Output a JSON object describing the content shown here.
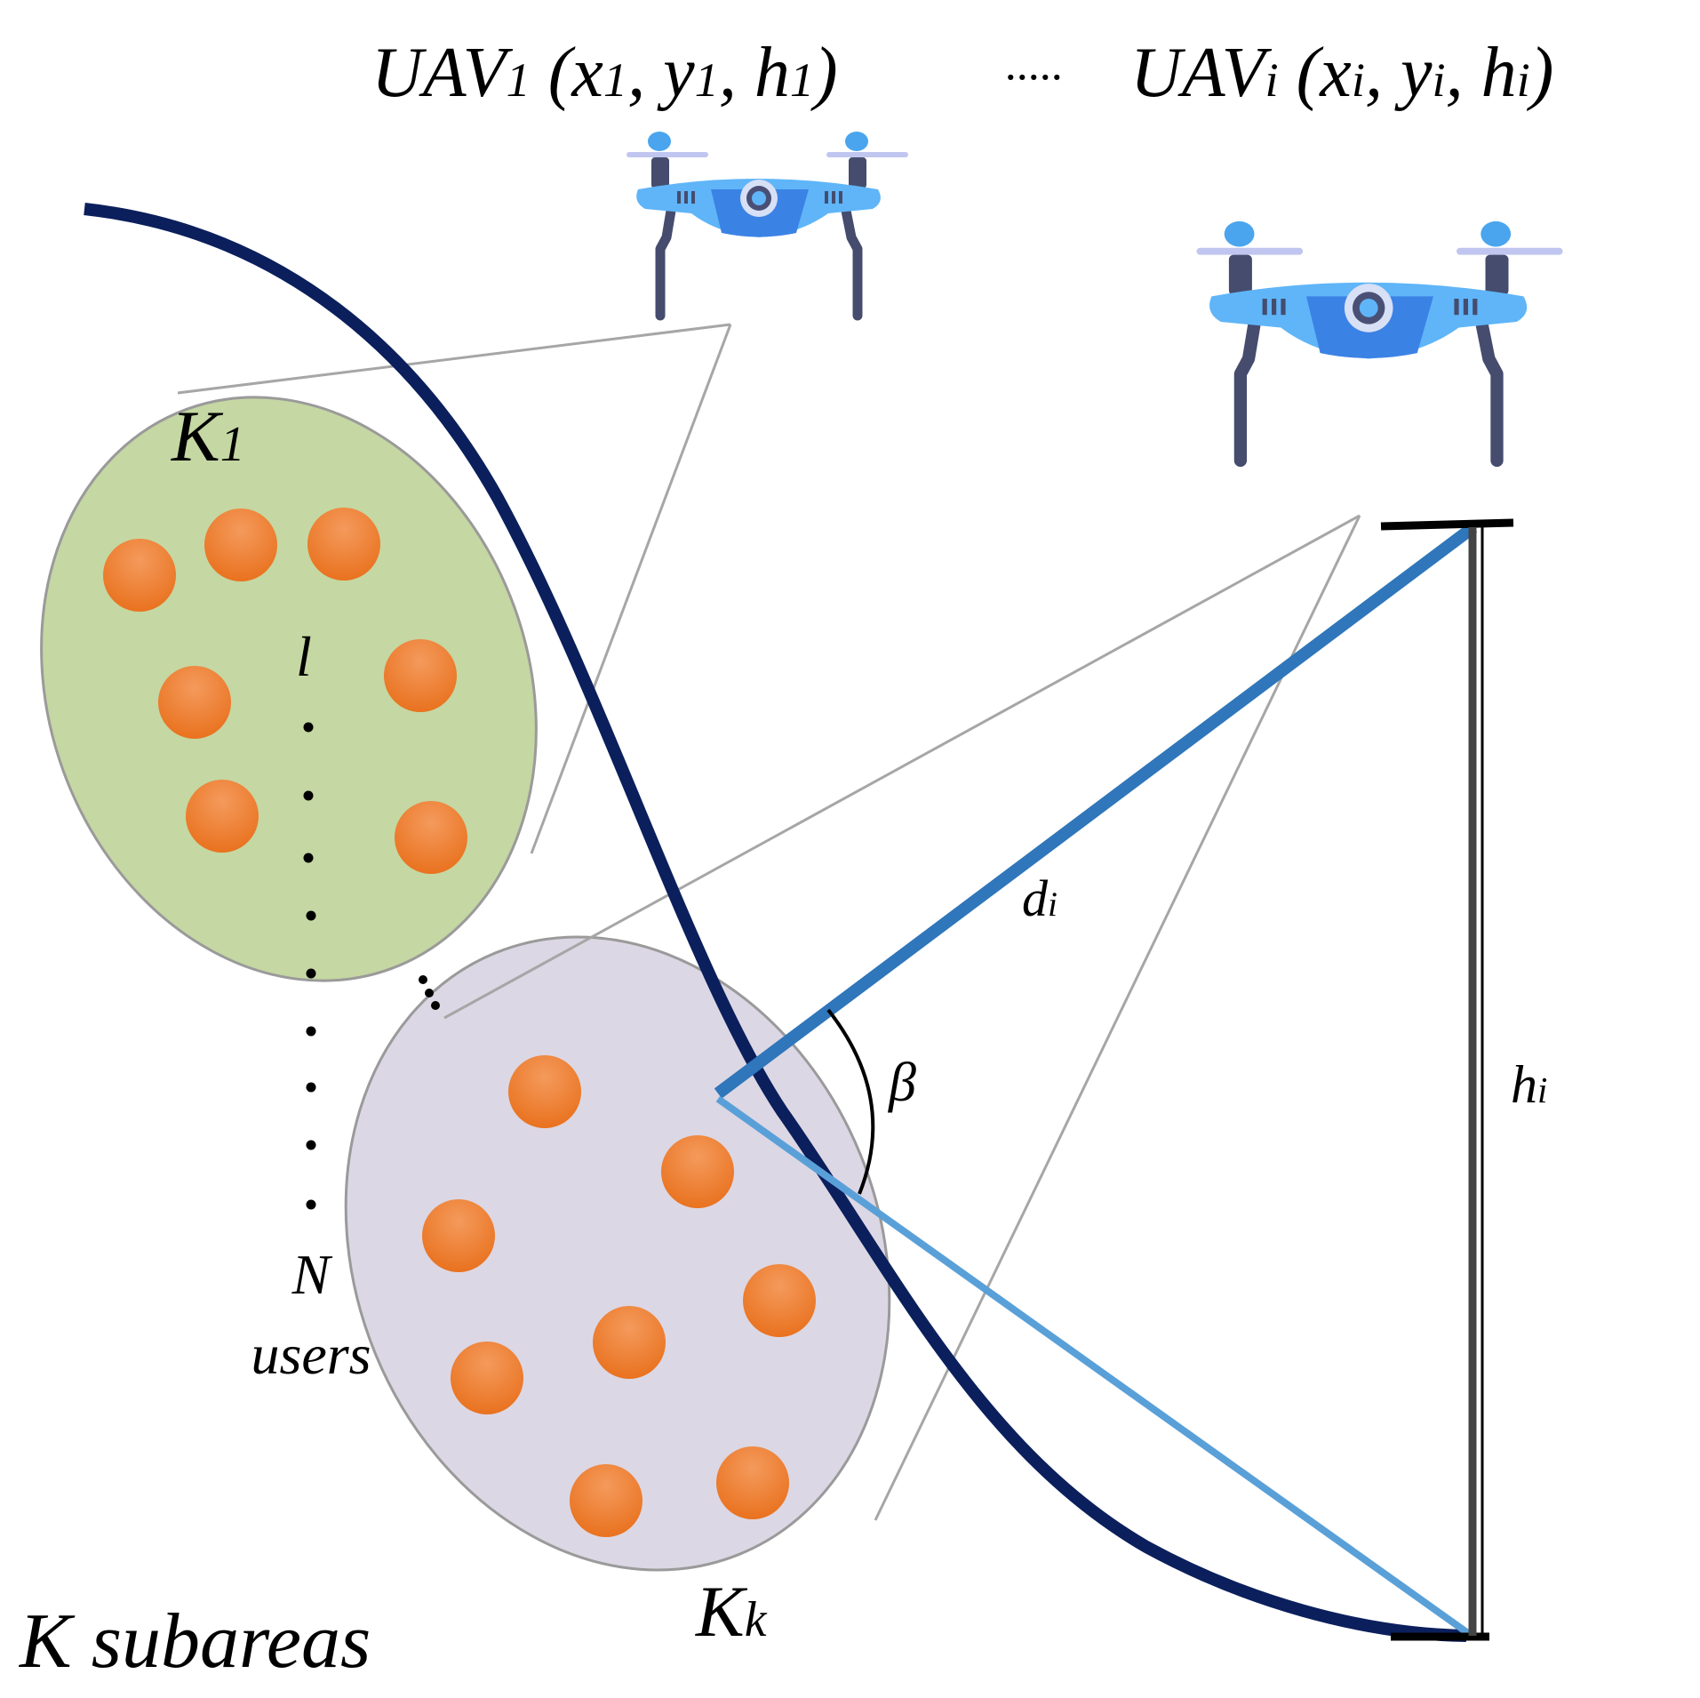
{
  "uav_labels": {
    "uav1": {
      "name": "UAV",
      "idx": "1",
      "open": " (x",
      "x_idx": "1",
      "c1": ", y",
      "y_idx": "1",
      "c2": ", h",
      "h_idx": "1",
      "close": ")"
    },
    "ellipsis": "·····",
    "uavi": {
      "name": "UAV",
      "idx": "i",
      "open": " (x",
      "x_idx": "i",
      "c1": ", y",
      "y_idx": "i",
      "c2": ", h",
      "h_idx": "i",
      "close": ")"
    }
  },
  "subareas": {
    "k1": {
      "base": "K",
      "sub": "1"
    },
    "kk": {
      "base": "K",
      "sub": "k"
    }
  },
  "users": {
    "first_index": "l",
    "last_index": "N",
    "caption": "users"
  },
  "geometry_labels": {
    "distance": {
      "base": "d",
      "sub": "i"
    },
    "angle": "β",
    "height": {
      "base": "h",
      "sub": "i"
    }
  },
  "bottom_caption": "K subareas",
  "colors": {
    "curve": "#0b1f5c",
    "subarea_1": "#c5d7a2",
    "subarea_k": "#dcd7e4",
    "user": "#ee7b2f",
    "distance_line": "#2f76bb",
    "ground_line": "#5aa0d8",
    "drone_body": "#5fb5f8",
    "drone_dark": "#454c6e"
  },
  "icons": [
    "drone-icon",
    "drone-icon"
  ]
}
